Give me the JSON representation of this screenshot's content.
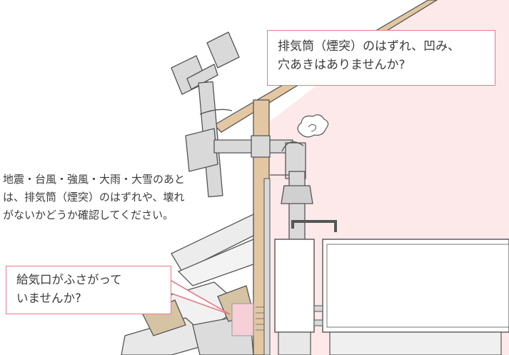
{
  "callouts": {
    "chimney_check": "排気筒（煙突）のはずれ、凹み、\n穴あきはありませんか?",
    "air_intake_check": "給気口がふさがって\nいませんか?"
  },
  "note": "地震・台風・強風・大雨・大雪のあと\nは、排気筒（煙突）のはずれや、壊れ\nがないかどうか確認してください。",
  "colors": {
    "wall_pink": "#fde8ea",
    "outline": "#555555",
    "pipe": "#d9d9d9",
    "beam": "#e3c7a3",
    "callout_border": "#e97a86"
  },
  "icons": [
    "chimney-pipe",
    "smoke-puff",
    "water-heater-tank",
    "bathtub",
    "debris-pile"
  ]
}
